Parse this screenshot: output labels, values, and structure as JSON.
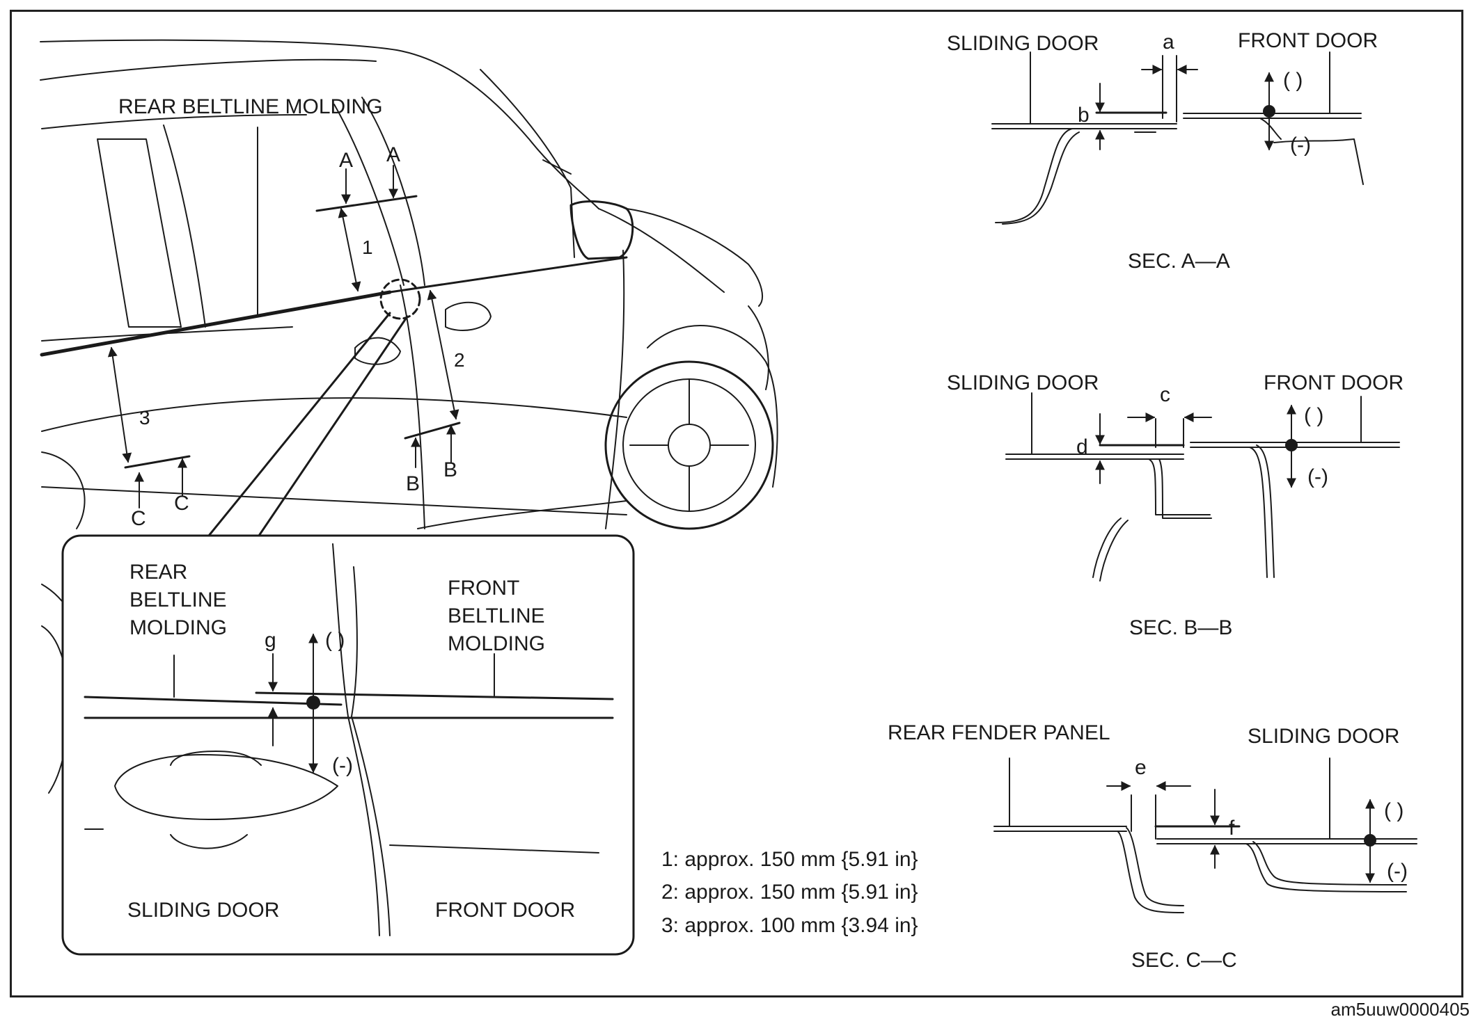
{
  "main_view": {
    "rear_beltline_molding": "REAR BELTLINE MOLDING",
    "sec_a": "A",
    "sec_b": "B",
    "sec_c": "C",
    "dim_1": "1",
    "dim_2": "2",
    "dim_3": "3"
  },
  "detail": {
    "rear_molding": [
      "REAR",
      "BELTLINE",
      "MOLDING"
    ],
    "front_molding": [
      "FRONT",
      "BELTLINE",
      "MOLDING"
    ],
    "gap_g": "g",
    "plus": "( )",
    "minus": "(-)",
    "sliding_door": "SLIDING DOOR",
    "front_door": "FRONT DOOR"
  },
  "notes": [
    "1: approx. 150 mm {5.91 in}",
    "2: approx. 150 mm {5.91 in}",
    "3: approx. 100 mm {3.94 in}"
  ],
  "sections": {
    "aa": {
      "left": "SLIDING DOOR",
      "right": "FRONT DOOR",
      "gap_a": "a",
      "gap_b": "b",
      "plus": "( )",
      "minus": "(-)",
      "caption": "SEC. A—A"
    },
    "bb": {
      "left": "SLIDING DOOR",
      "right": "FRONT DOOR",
      "gap_c": "c",
      "gap_d": "d",
      "plus": "( )",
      "minus": "(-)",
      "caption": "SEC. B—B"
    },
    "cc": {
      "left": "REAR FENDER PANEL",
      "right": "SLIDING DOOR",
      "gap_e": "e",
      "gap_f": "f",
      "plus": "( )",
      "minus": "(-)",
      "caption": "SEC. C—C"
    }
  },
  "figure_code": "am5uuw0000405"
}
